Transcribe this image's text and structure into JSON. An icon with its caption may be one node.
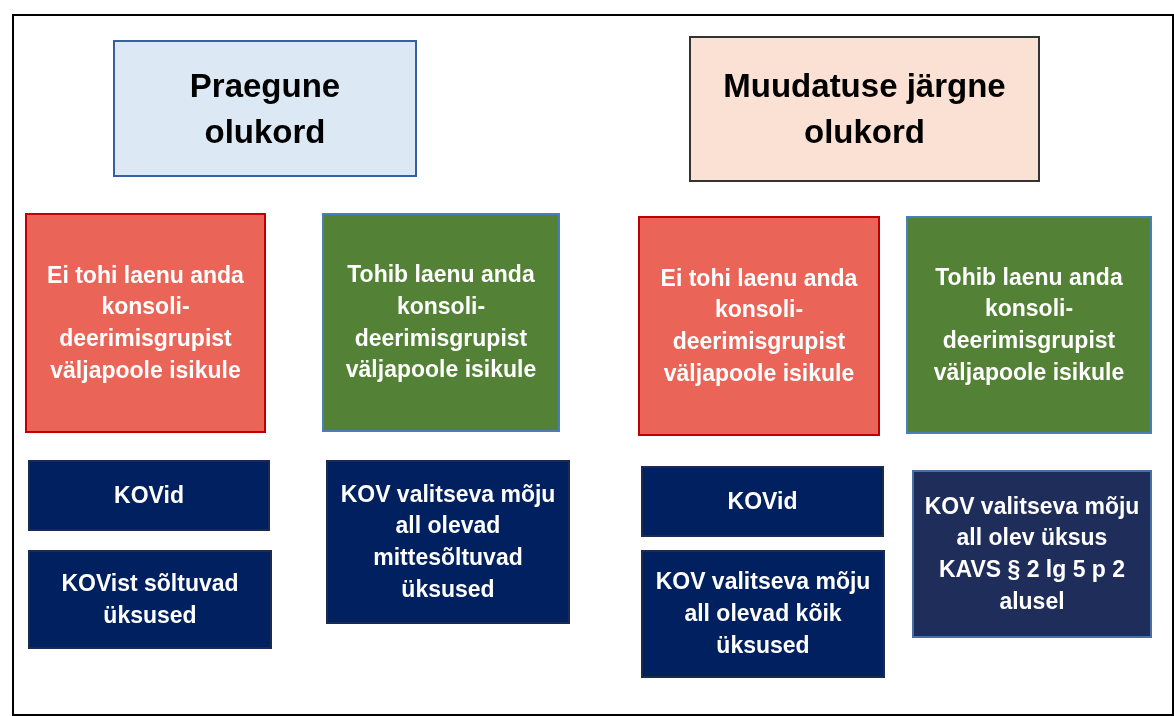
{
  "diagram": {
    "nodes": [
      {
        "text": [
          "Praegune olukord"
        ]
      },
      {
        "text": [
          "Muudatuse järgne olukord"
        ]
      },
      {
        "text": [
          "Ei tohi laenu anda konsoli-deerimisgrupist väljapoole isikule"
        ]
      },
      {
        "text": [
          "Tohib laenu anda konsoli-deerimisgrupist väljapoole isikule"
        ]
      },
      {
        "text": [
          "Ei tohi laenu anda konsoli-deerimisgrupist väljapoole isikule"
        ]
      },
      {
        "text": [
          "Tohib laenu anda konsoli-deerimisgrupist väljapoole isikule"
        ]
      },
      {
        "text": [
          "KOVid"
        ]
      },
      {
        "text": [
          "KOVist sõltuvad üksused"
        ]
      },
      {
        "text": [
          "KOV valitseva mõju all olevad mittesõltuvad üksused"
        ]
      },
      {
        "text": [
          "KOVid"
        ]
      },
      {
        "text": [
          "KOV valitseva mõju all olevad kõik üksused"
        ]
      },
      {
        "text": [
          "KOV valitseva mõju all olev üksus KAVS § 2 lg 5 p 2 alusel"
        ]
      }
    ]
  }
}
